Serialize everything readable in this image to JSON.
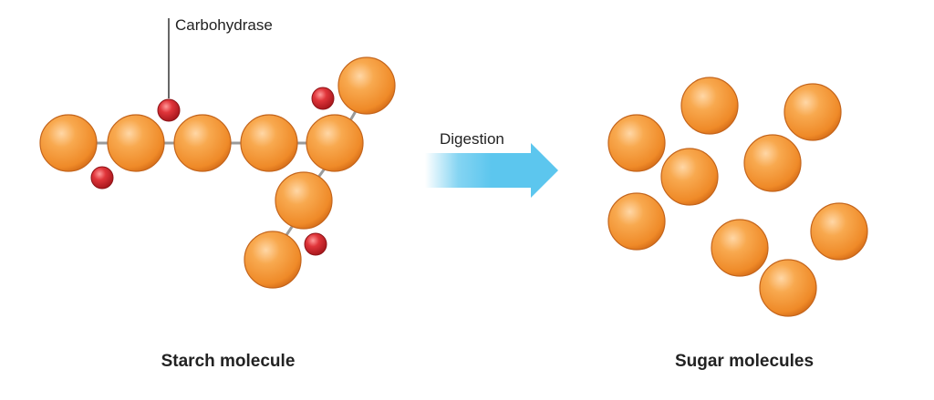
{
  "labels": {
    "enzyme": "Carbohydrase",
    "process": "Digestion",
    "starch_caption": "Starch molecule",
    "sugar_caption": "Sugar molecules"
  },
  "colors": {
    "molecule": "#f39a3a",
    "molecule_edge": "#c4651c",
    "enzyme": "#d42a2a",
    "arrow": "#5cc6ee",
    "bond": "#9a9a9a"
  }
}
